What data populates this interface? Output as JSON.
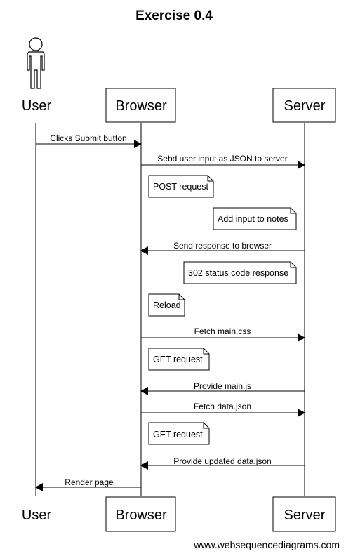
{
  "title": "Exercise 0.4",
  "participants": [
    {
      "id": "user",
      "label": "User",
      "kind": "actor"
    },
    {
      "id": "browser",
      "label": "Browser",
      "kind": "box"
    },
    {
      "id": "server",
      "label": "Server",
      "kind": "box"
    }
  ],
  "messages": [
    {
      "from": "user",
      "to": "browser",
      "label": "Clicks Submit button"
    },
    {
      "from": "browser",
      "to": "server",
      "label": "Sebd user input as JSON to server"
    },
    {
      "from": "server",
      "to": "browser",
      "label": "Send response to browser"
    },
    {
      "from": "browser",
      "to": "server",
      "label": "Fetch main.css"
    },
    {
      "from": "server",
      "to": "browser",
      "label": "Provide main.js"
    },
    {
      "from": "browser",
      "to": "server",
      "label": "Fetch data.json"
    },
    {
      "from": "server",
      "to": "browser",
      "label": "Provide updated data.json"
    },
    {
      "from": "browser",
      "to": "user",
      "label": "Render page"
    }
  ],
  "notes": [
    {
      "text": "POST request"
    },
    {
      "text": "Add input to notes"
    },
    {
      "text": "302 status code response"
    },
    {
      "text": "Reload"
    },
    {
      "text": "GET request"
    },
    {
      "text": "GET request"
    }
  ],
  "footer": "www.websequencediagrams.com"
}
